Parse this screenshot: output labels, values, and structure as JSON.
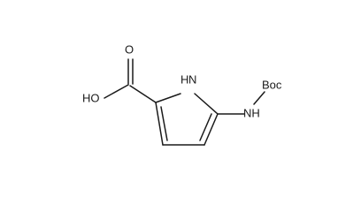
{
  "structure": {
    "atoms": {
      "oxygen_carbonyl": "O",
      "hydroxyl": "HO",
      "ring_nh_h": "H",
      "ring_nh_n": "N",
      "boc": "Boc",
      "amide_nh": "NH"
    },
    "colors": {
      "line": "#1a1a1a",
      "background": "#ffffff"
    }
  }
}
